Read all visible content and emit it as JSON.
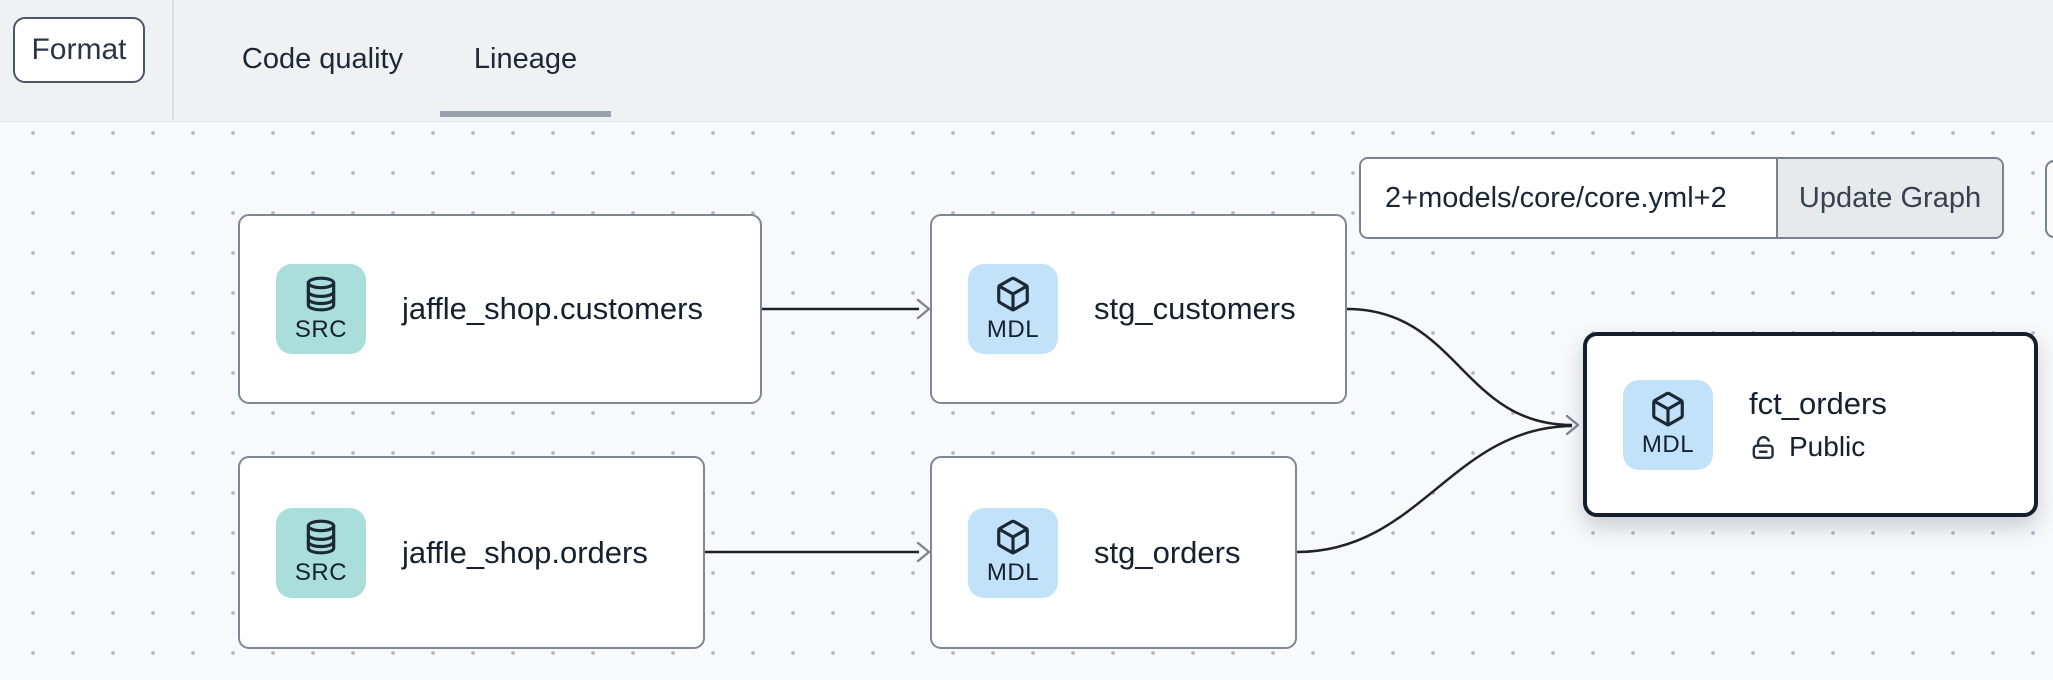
{
  "topbar": {
    "format_button_label": "Format",
    "tabs": [
      {
        "label": "Code quality",
        "active": false
      },
      {
        "label": "Lineage",
        "active": true
      }
    ]
  },
  "lineage_controls": {
    "selector_input_value": "2+models/core/core.yml+2",
    "update_button_label": "Update Graph"
  },
  "graph": {
    "nodes": [
      {
        "label": "jaffle_shop.customers",
        "badge": "SRC",
        "type": "source",
        "icon": "database-icon",
        "selected": false
      },
      {
        "label": "stg_customers",
        "badge": "MDL",
        "type": "model",
        "icon": "cube-icon",
        "selected": false
      },
      {
        "label": "jaffle_shop.orders",
        "badge": "SRC",
        "type": "source",
        "icon": "database-icon",
        "selected": false
      },
      {
        "label": "stg_orders",
        "badge": "MDL",
        "type": "model",
        "icon": "cube-icon",
        "selected": false
      },
      {
        "label": "fct_orders",
        "badge": "MDL",
        "type": "model",
        "icon": "cube-icon",
        "access": "Public",
        "access_icon": "unlock-icon",
        "selected": true
      }
    ],
    "edges": [
      {
        "from": "jaffle_shop.customers",
        "to": "stg_customers"
      },
      {
        "from": "jaffle_shop.orders",
        "to": "stg_orders"
      },
      {
        "from": "stg_customers",
        "to": "fct_orders"
      },
      {
        "from": "stg_orders",
        "to": "fct_orders"
      }
    ]
  },
  "colors": {
    "source_badge_bg": "#a9dedb",
    "model_badge_bg": "#c1e2f8",
    "node_border": "#7f8797",
    "selected_node_border": "#141f2d",
    "edge": "#1e232b",
    "arrowhead": "#7d8595",
    "topbar_bg": "#f0f1f3",
    "canvas_bg": "#f8f9fb",
    "canvas_dots": "#b2b7c1",
    "tab_underline": "#9aa1ad",
    "update_button_bg": "#e8e9eb",
    "text": "#15212e"
  }
}
